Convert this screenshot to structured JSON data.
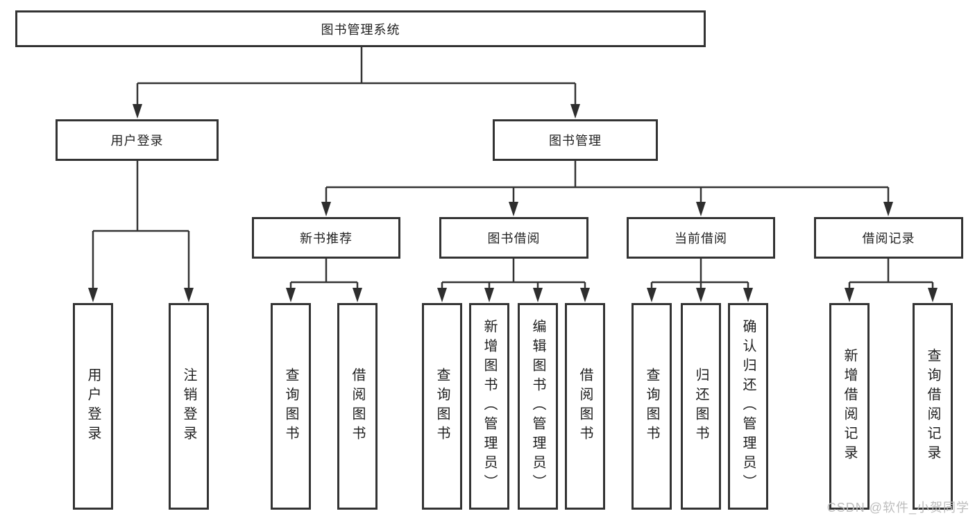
{
  "diagram_title": "图书管理系统",
  "nodes": {
    "root": "图书管理系统",
    "user_login": "用户登录",
    "book_management": "图书管理",
    "new_book_recommend": "新书推荐",
    "book_borrow": "图书借阅",
    "current_borrow": "当前借阅",
    "borrow_records": "借阅记录",
    "leaf_user_login": "用户登录",
    "leaf_logout": "注销登录",
    "leaf_rec_query_book": "查询图书",
    "leaf_rec_borrow_book": "借阅图书",
    "leaf_bb_query_book": "查询图书",
    "leaf_bb_add_book": "新增图书（管理员）",
    "leaf_bb_edit_book": "编辑图书（管理员）",
    "leaf_bb_borrow_book": "借阅图书",
    "leaf_cb_query_book": "查询图书",
    "leaf_cb_return_book": "归还图书",
    "leaf_cb_confirm_return": "确认归还（管理员）",
    "leaf_br_add_record": "新增借阅记录",
    "leaf_br_query_record": "查询借阅记录"
  },
  "watermark": "CSDN @软件_小贺同学",
  "colors": {
    "line": "#333333",
    "box_border": "#333333",
    "text": "#1f1f1f",
    "background": "#ffffff",
    "watermark": "#bdbdbd"
  }
}
